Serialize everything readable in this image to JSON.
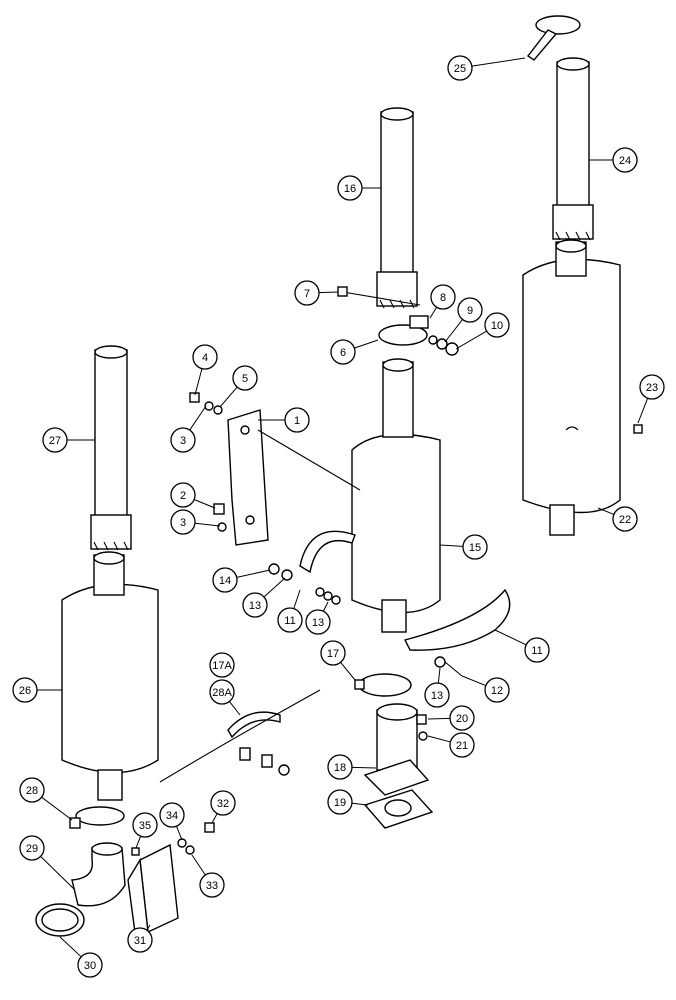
{
  "callouts": [
    "1",
    "2",
    "3",
    "4",
    "5",
    "6",
    "7",
    "8",
    "9",
    "10",
    "11",
    "12",
    "13",
    "14",
    "15",
    "16",
    "17",
    "17A",
    "18",
    "19",
    "20",
    "21",
    "22",
    "23",
    "24",
    "25",
    "26",
    "27",
    "28",
    "28A",
    "29",
    "30",
    "31",
    "32",
    "33",
    "34",
    "35"
  ]
}
